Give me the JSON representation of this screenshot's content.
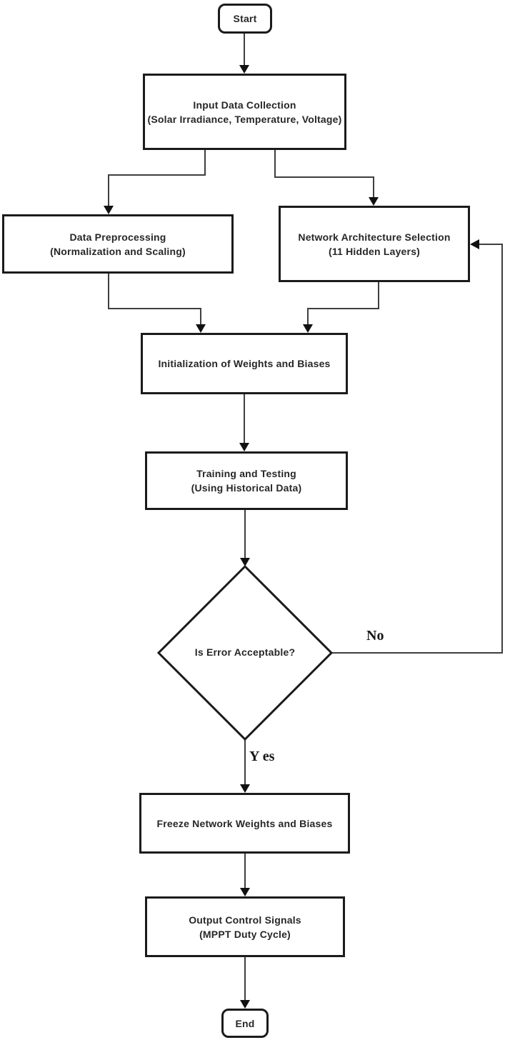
{
  "flowchart": {
    "title": "ANN-based MPPT training flowchart",
    "nodes": {
      "start": {
        "label": "Start"
      },
      "input": {
        "label": "Input Data Collection",
        "sublabel": "(Solar Irradiance, Temperature, Voltage)"
      },
      "preprocess": {
        "label": "Data Preprocessing",
        "sublabel": "(Normalization and Scaling)"
      },
      "network": {
        "label": "Network Architecture Selection",
        "sublabel": "(11 Hidden Layers)"
      },
      "init": {
        "label": "Initialization of Weights and Biases"
      },
      "training": {
        "label": "Training and Testing",
        "sublabel": "(Using Historical Data)"
      },
      "decision": {
        "label": "Is Error Acceptable?"
      },
      "freeze": {
        "label": "Freeze Network Weights and Biases"
      },
      "output": {
        "label": "Output Control Signals",
        "sublabel": "(MPPT Duty Cycle)"
      },
      "end": {
        "label": "End"
      }
    },
    "edge_labels": {
      "no": "No",
      "yes": "Y es"
    }
  },
  "colors": {
    "background": "#ffffff",
    "border": "#1b1b1b",
    "connector": "#3f3f3f",
    "arrow": "#111111",
    "text": "#272727"
  }
}
